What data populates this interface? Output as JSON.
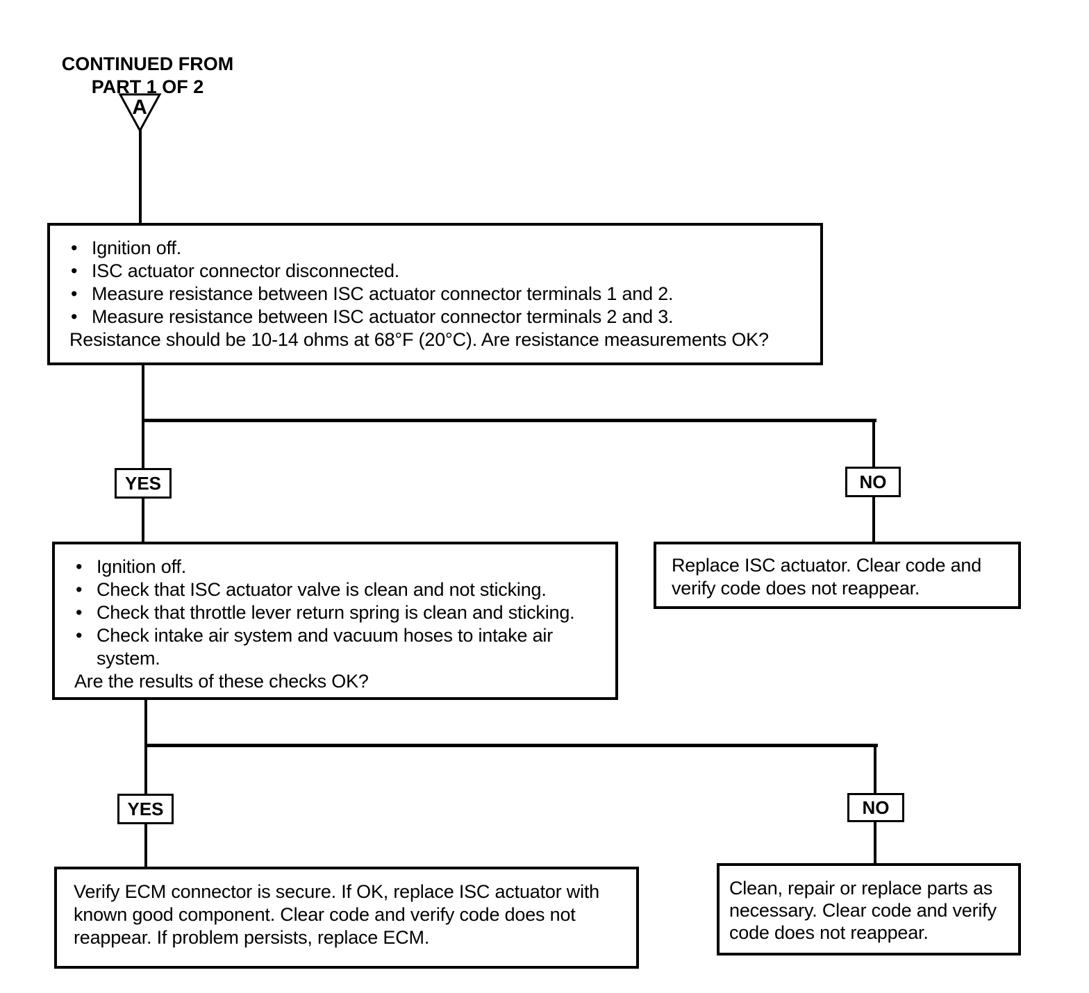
{
  "glyphs": {
    "bullet": "•"
  },
  "colors": {
    "line": "#000000",
    "text": "#000000",
    "background": "#ffffff"
  },
  "header": {
    "continued_from_line1": "CONTINUED FROM",
    "continued_from_line2": "PART 1 OF 2",
    "connector_letter": "A"
  },
  "decision1": {
    "bullets": [
      "Ignition off.",
      "ISC actuator connector disconnected.",
      "Measure resistance between ISC actuator connector terminals 1 and 2.",
      "Measure resistance between ISC actuator connector terminals 2 and 3."
    ],
    "question": "Resistance should be 10-14 ohms at 68°F (20°C). Are resistance measurements OK?"
  },
  "branch1": {
    "yes": "YES",
    "no": "NO"
  },
  "action_replace_isc": {
    "lines": [
      "Replace ISC actuator. Clear code and",
      "verify code does not reappear."
    ]
  },
  "decision2": {
    "bullets": [
      "Ignition off.",
      "Check that ISC actuator valve is clean and not sticking.",
      "Check that throttle lever return spring is clean and sticking.",
      "Check intake air system and vacuum hoses to intake air system."
    ],
    "question": "Are the results of these checks OK?"
  },
  "branch2": {
    "yes": "YES",
    "no": "NO"
  },
  "action_verify_ecm": {
    "lines": [
      "Verify ECM connector is secure. If OK, replace ISC actuator with",
      "known good component. Clear code and verify code does not",
      "reappear. If problem persists, replace ECM."
    ]
  },
  "action_clean_repair": {
    "lines": [
      "Clean, repair or replace parts as",
      "necessary. Clear code and verify",
      "code does not reappear."
    ]
  }
}
